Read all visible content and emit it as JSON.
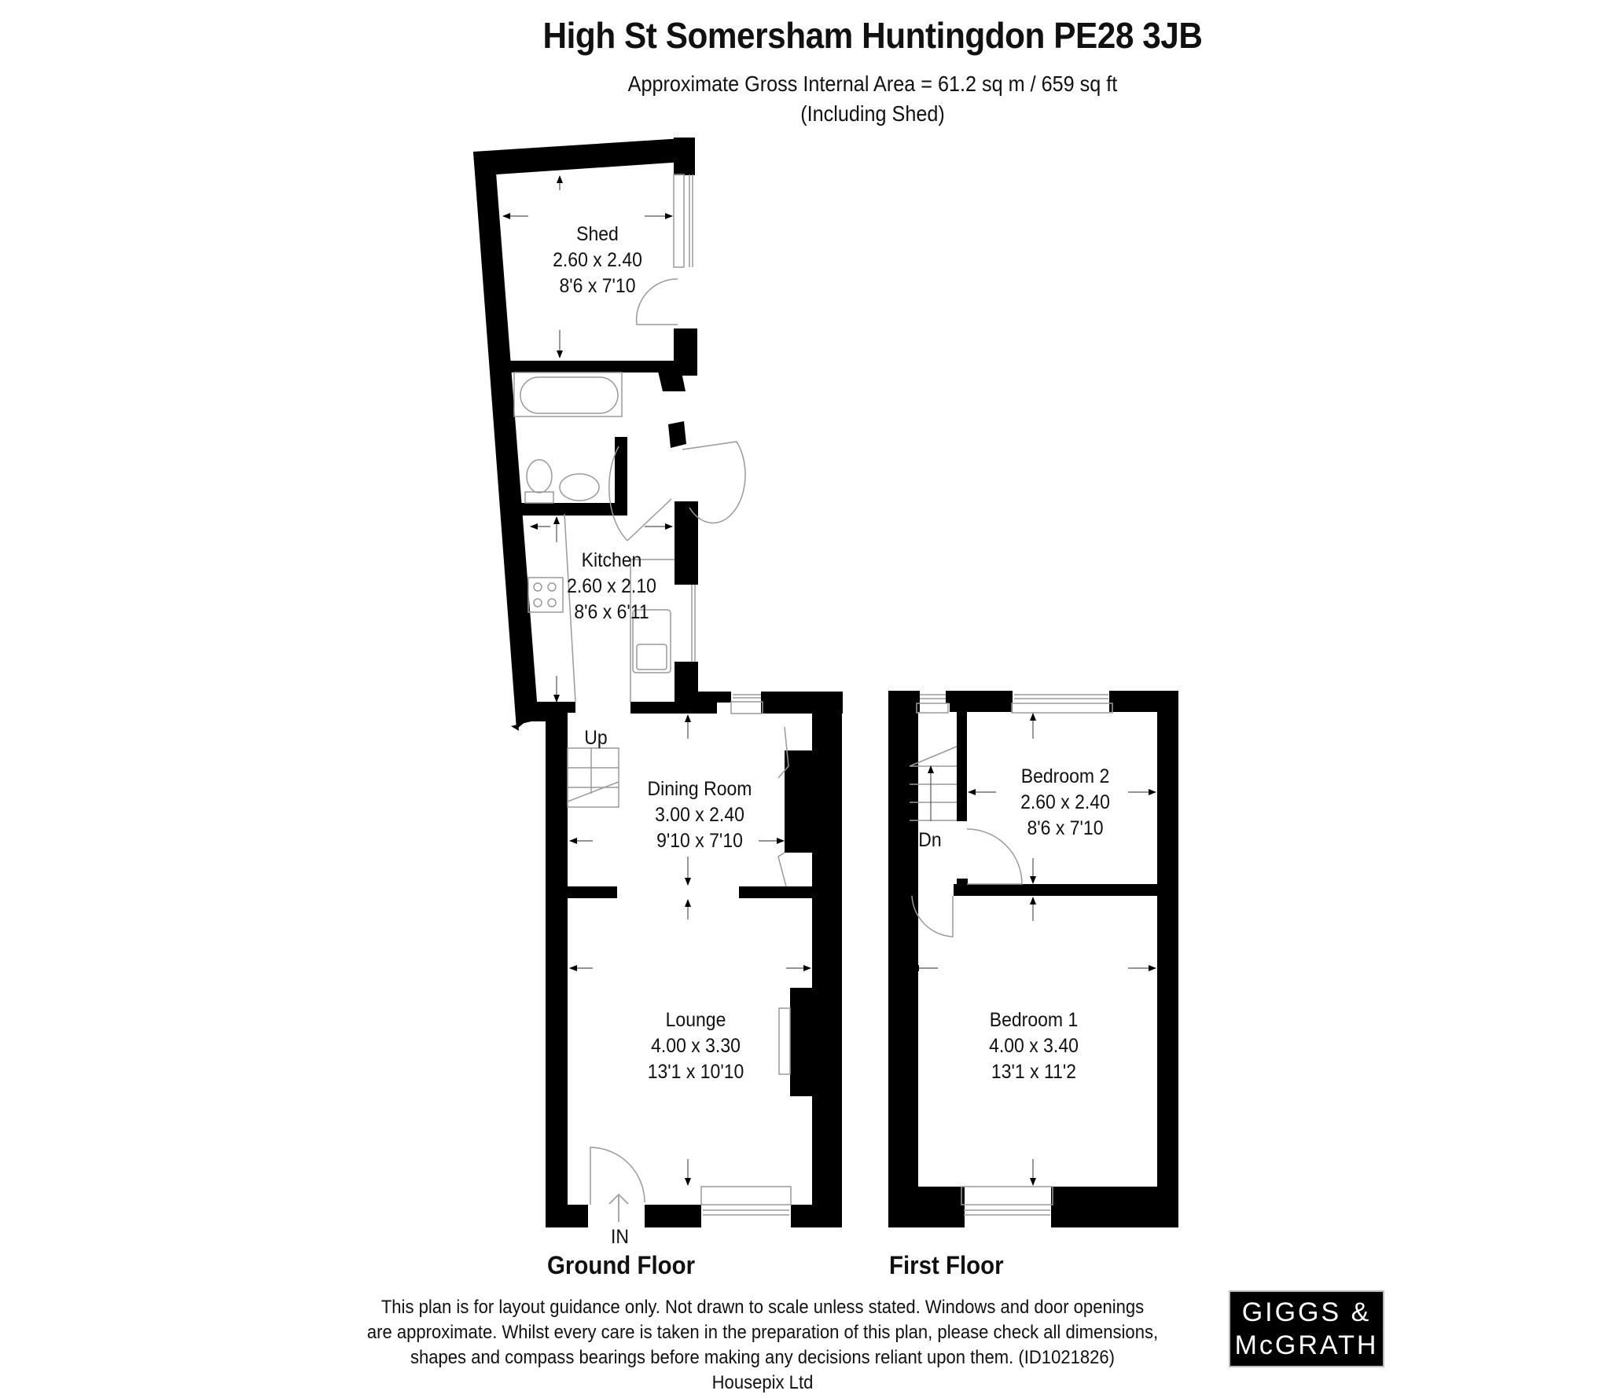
{
  "header": {
    "title": "High St Somersham Huntingdon PE28 3JB",
    "area_line": "Approximate Gross Internal Area = 61.2 sq m / 659 sq ft",
    "area_note": "(Including Shed)"
  },
  "ground_floor": {
    "label": "Ground Floor",
    "entrance_label": "IN",
    "stairs_label": "Up",
    "rooms": {
      "shed": {
        "name": "Shed",
        "metric": "2.60 x 2.40",
        "imperial": "8'6 x 7'10"
      },
      "kitchen": {
        "name": "Kitchen",
        "metric": "2.60 x 2.10",
        "imperial": "8'6 x 6'11"
      },
      "dining_room": {
        "name": "Dining Room",
        "metric": "3.00 x 2.40",
        "imperial": "9'10 x 7'10"
      },
      "lounge": {
        "name": "Lounge",
        "metric": "4.00 x 3.30",
        "imperial": "13'1 x 10'10"
      }
    }
  },
  "first_floor": {
    "label": "First Floor",
    "stairs_label": "Dn",
    "rooms": {
      "bedroom_2": {
        "name": "Bedroom 2",
        "metric": "2.60 x 2.40",
        "imperial": "8'6 x 7'10"
      },
      "bedroom_1": {
        "name": "Bedroom 1",
        "metric": "4.00 x 3.40",
        "imperial": "13'1 x 11'2"
      }
    }
  },
  "footer": {
    "disclaimer_lines": [
      "This plan is for layout guidance only. Not drawn to scale unless stated. Windows and door openings",
      "are approximate. Whilst every care is taken in the preparation of this plan, please check all dimensions,",
      "shapes and compass bearings before making any decisions reliant upon them. (ID1021826)",
      "Housepix Ltd"
    ],
    "logo_line_1": "GIGGS &",
    "logo_line_2": "McGRATH"
  },
  "colors": {
    "wall": "#000000",
    "fixture_line": "#9a9a9a",
    "background": "#ffffff",
    "logo_bg": "#000000",
    "logo_text": "#ffffff"
  }
}
